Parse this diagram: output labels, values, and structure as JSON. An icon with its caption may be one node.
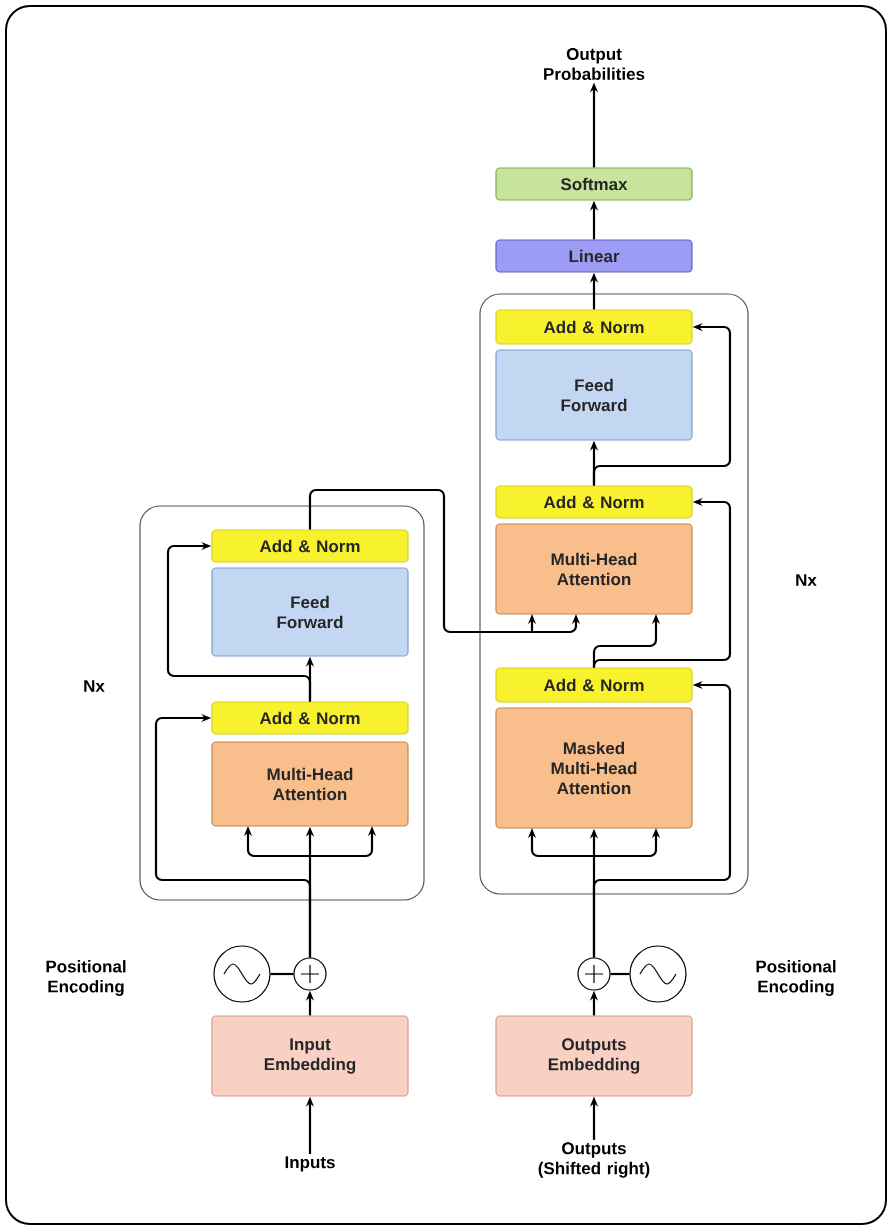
{
  "diagram": {
    "nodes": [
      {
        "text": [],
        "shape": "box",
        "beside": [
          "Nx"
        ]
      },
      {
        "text": [
          "Add & Norm"
        ],
        "in": 0
      },
      {
        "text": [
          "Feed Forward"
        ],
        "in": 0
      },
      {
        "text": [
          "Add & Norm"
        ],
        "in": 0
      },
      {
        "text": [
          "Multi-Head Attention"
        ],
        "in": 0
      },
      {
        "text": [],
        "shape": "circle"
      },
      {
        "text": [],
        "shape": "circle"
      },
      {
        "text": [
          "Input Embedding"
        ]
      },
      {
        "text": [
          "Inputs"
        ]
      },
      {
        "text": [],
        "shape": "box",
        "beside": [
          "Nx"
        ]
      },
      {
        "text": [
          "Add & Norm"
        ],
        "in": 9
      },
      {
        "text": [
          "Feed Forward"
        ],
        "in": 9
      },
      {
        "text": [
          "Add & Norm"
        ],
        "in": 9
      },
      {
        "text": [
          "Multi-Head Attention"
        ],
        "in": 9
      },
      {
        "text": [
          "Add & Norm"
        ],
        "in": 9
      },
      {
        "text": [
          "Masked Multi-Head Attention"
        ],
        "in": 9
      },
      {
        "text": [],
        "shape": "circle"
      },
      {
        "text": [],
        "shape": "circle"
      },
      {
        "text": [
          "Outputs Embedding"
        ]
      },
      {
        "text": [
          "Outputs (Shifted right)"
        ]
      },
      {
        "text": [
          "Linear"
        ]
      },
      {
        "text": [
          "Softmax"
        ]
      },
      {
        "text": [
          "Output Probabilities"
        ]
      }
    ],
    "edges": [
      {
        "from": 8,
        "to": 7,
        "arrow": "to"
      },
      {
        "from": 7,
        "to": 6,
        "arrow": "to"
      },
      {
        "from": 5,
        "to": 6,
        "arrow": "none"
      },
      {
        "from": 6,
        "to": 4,
        "arrow": "to"
      },
      {
        "from": 6,
        "to": 3,
        "arrow": "to"
      },
      {
        "from": 3,
        "to": 2,
        "arrow": "to"
      },
      {
        "from": 3,
        "to": 1,
        "arrow": "to"
      },
      {
        "from": 1,
        "to": 13,
        "arrow": "to"
      },
      {
        "from": 19,
        "to": 18,
        "arrow": "to"
      },
      {
        "from": 18,
        "to": 16,
        "arrow": "to"
      },
      {
        "from": 17,
        "to": 16,
        "arrow": "none"
      },
      {
        "from": 16,
        "to": 15,
        "arrow": "to"
      },
      {
        "from": 16,
        "to": 14,
        "arrow": "to"
      },
      {
        "from": 14,
        "to": 13,
        "arrow": "to"
      },
      {
        "from": 14,
        "to": 12,
        "arrow": "to"
      },
      {
        "from": 12,
        "to": 11,
        "arrow": "to"
      },
      {
        "from": 12,
        "to": 10,
        "arrow": "to"
      },
      {
        "from": 10,
        "to": 20,
        "arrow": "to"
      },
      {
        "from": 20,
        "to": 21,
        "arrow": "to"
      },
      {
        "from": 21,
        "to": 22,
        "arrow": "to"
      }
    ],
    "labels": [
      "Positional Encoding",
      "Positional Encoding"
    ]
  }
}
